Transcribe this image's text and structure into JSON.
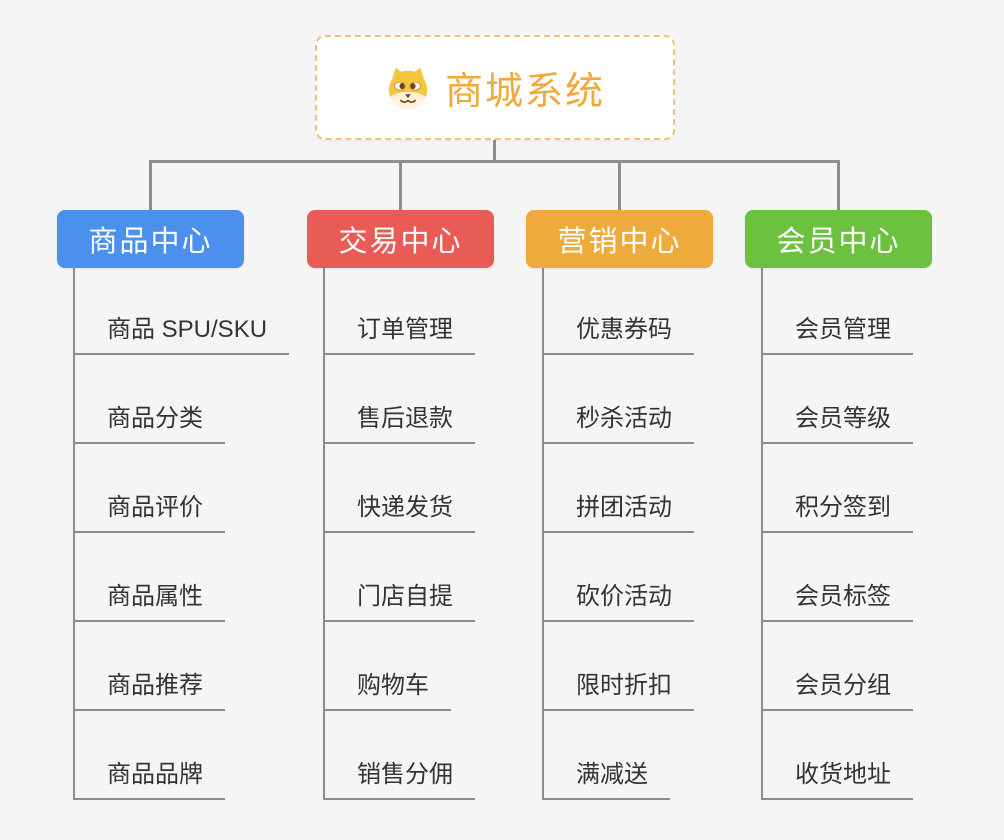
{
  "root": {
    "title": "商城系统",
    "icon": "dog-face-icon",
    "accent_color": "#F2A93B",
    "border_color": "#F2C377"
  },
  "colors": {
    "background": "#F5F5F6",
    "connector": "#8E8E8E",
    "underline": "#8C8C8C",
    "item_text": "#333333"
  },
  "branches": [
    {
      "label": "商品中心",
      "color": "#4B90EC",
      "items": [
        "商品 SPU/SKU",
        "商品分类",
        "商品评价",
        "商品属性",
        "商品推荐",
        "商品品牌"
      ]
    },
    {
      "label": "交易中心",
      "color": "#E95B55",
      "items": [
        "订单管理",
        "售后退款",
        "快递发货",
        "门店自提",
        "购物车",
        "销售分佣"
      ]
    },
    {
      "label": "营销中心",
      "color": "#EFAA3C",
      "items": [
        "优惠券码",
        "秒杀活动",
        "拼团活动",
        "砍价活动",
        "限时折扣",
        "满减送"
      ]
    },
    {
      "label": "会员中心",
      "color": "#6CC13F",
      "items": [
        "会员管理",
        "会员等级",
        "积分签到",
        "会员标签",
        "会员分组",
        "收货地址"
      ]
    }
  ]
}
